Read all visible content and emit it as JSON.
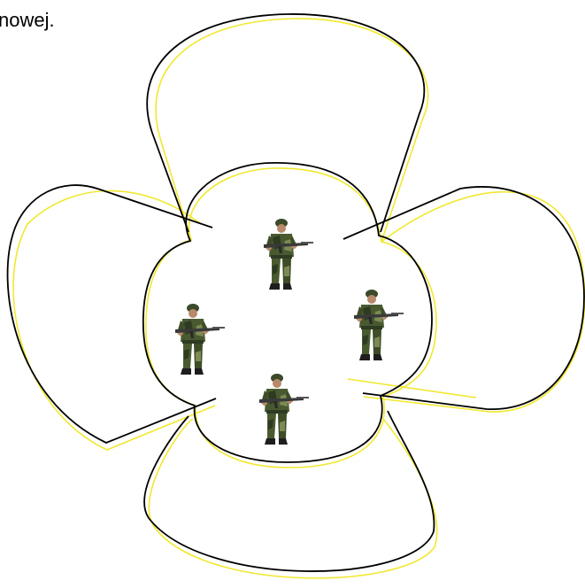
{
  "caption": {
    "text": "nowej."
  },
  "diagram": {
    "outline_color": "#000000",
    "highlight_color": "#f0e830",
    "lobes": [
      "top",
      "left",
      "right",
      "bottom"
    ],
    "figures": [
      {
        "name": "soldier-top",
        "icon": "soldier-icon"
      },
      {
        "name": "soldier-left",
        "icon": "soldier-icon"
      },
      {
        "name": "soldier-right",
        "icon": "soldier-icon"
      },
      {
        "name": "soldier-bottom",
        "icon": "soldier-icon"
      }
    ],
    "uniform_colors": {
      "camo_dark": "#2e3b22",
      "camo_mid": "#5a6b3a",
      "camo_light": "#7d8a55",
      "skin": "#b88a6a",
      "weapon": "#3a3a3a"
    }
  }
}
